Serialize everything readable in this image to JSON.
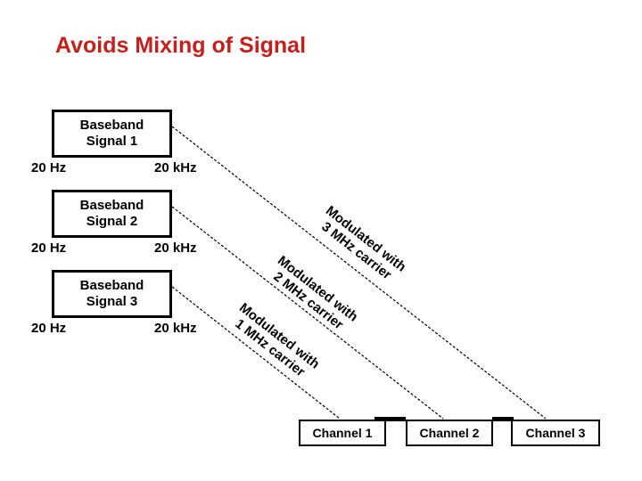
{
  "title": {
    "text": "Avoids Mixing of Signal",
    "color": "#c4201c"
  },
  "baseband_signals": [
    {
      "line1": "Baseband",
      "line2": "Signal 1",
      "freq_low": "20 Hz",
      "freq_high": "20 kHz"
    },
    {
      "line1": "Baseband",
      "line2": "Signal 2",
      "freq_low": "20 Hz",
      "freq_high": "20 kHz"
    },
    {
      "line1": "Baseband",
      "line2": "Signal 3",
      "freq_low": "20 Hz",
      "freq_high": "20 kHz"
    }
  ],
  "modulation_labels": [
    {
      "line1": "Modulated with",
      "line2": "3 MHz carrier"
    },
    {
      "line1": "Modulated with",
      "line2": "2 MHz carrier"
    },
    {
      "line1": "Modulated with",
      "line2": "1 MHz carrier"
    }
  ],
  "channels": [
    {
      "label": "Channel 1"
    },
    {
      "label": "Channel 2"
    },
    {
      "label": "Channel 3"
    }
  ],
  "colors": {
    "background": "#ffffff",
    "title_text": "#c4201c",
    "diagram_lines": "#000000",
    "box_border": "#000000",
    "box_fill": "#ffffff",
    "body_text": "#000000"
  }
}
